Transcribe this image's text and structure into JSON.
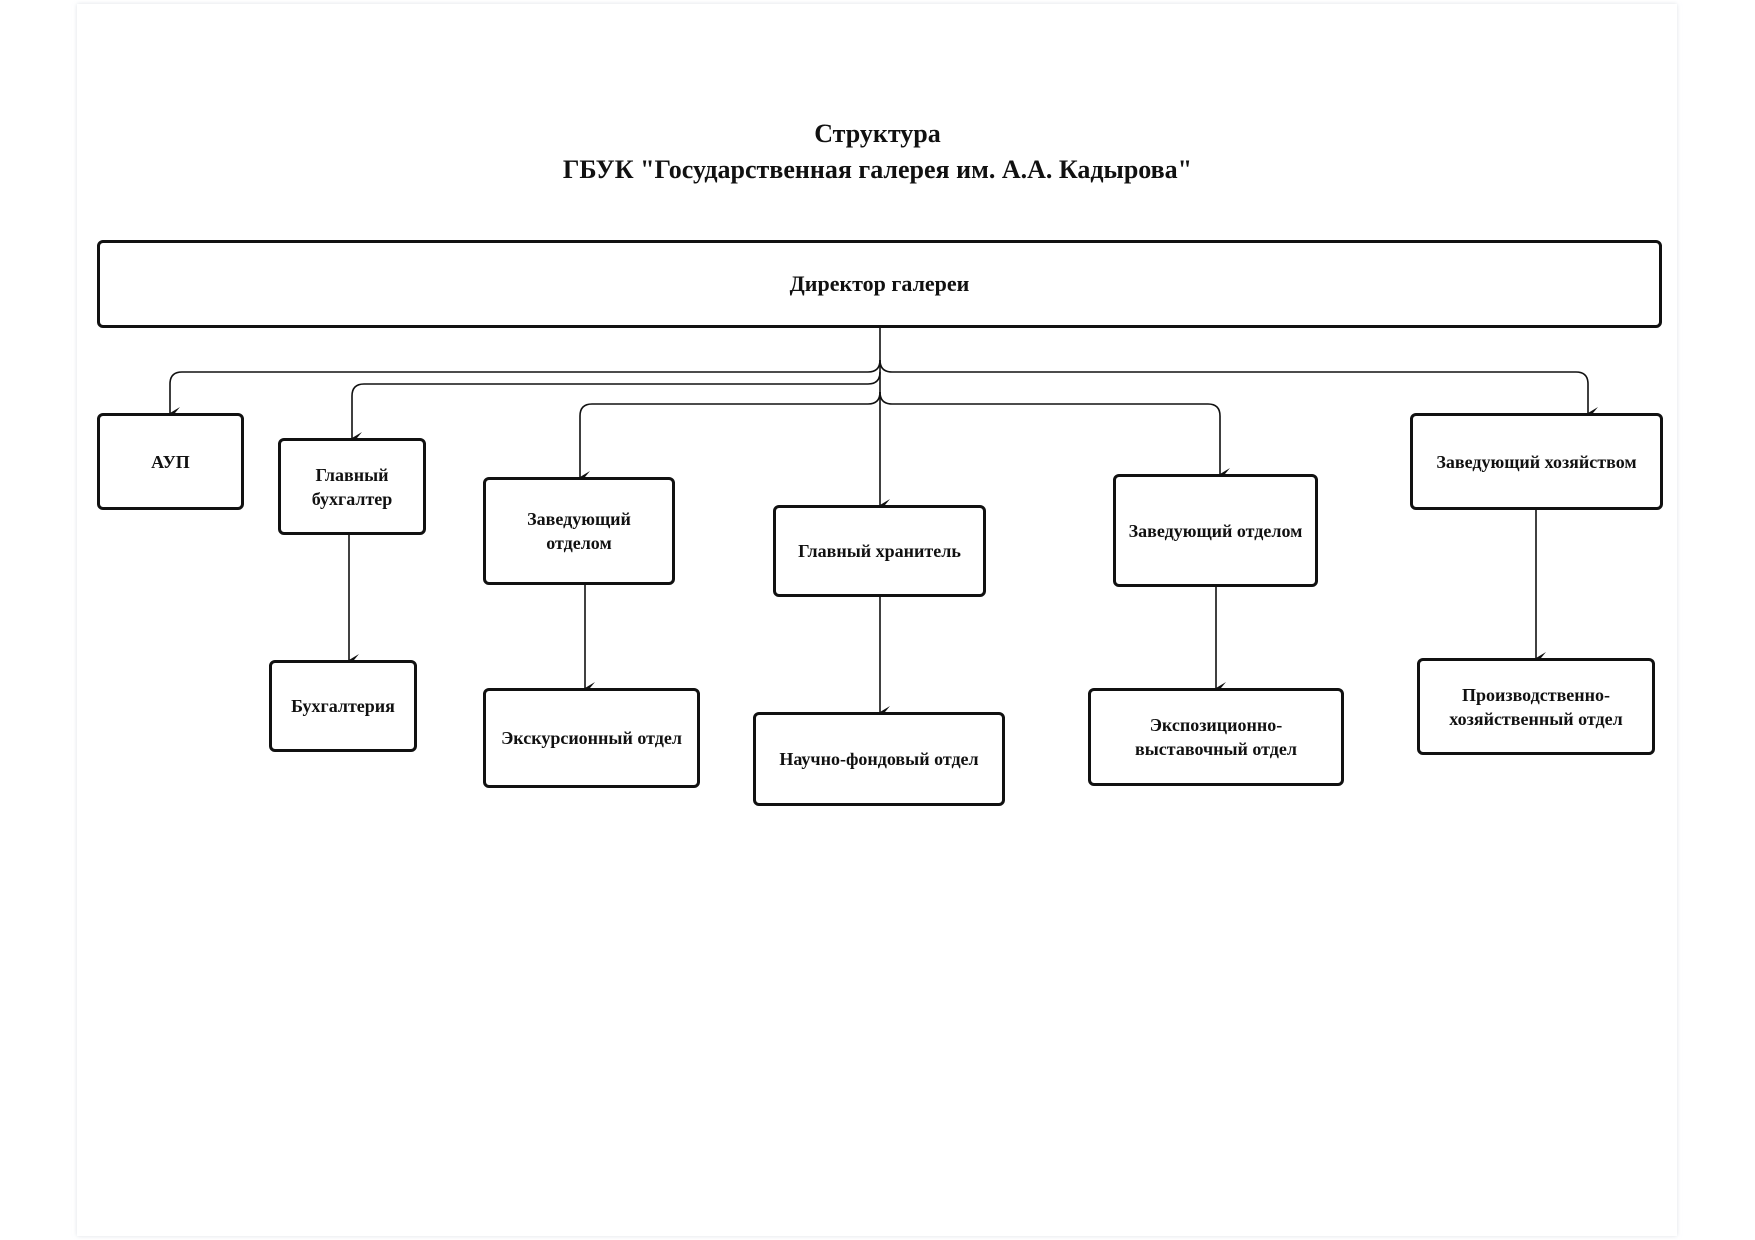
{
  "document": {
    "title_line1": "Структура",
    "title_line2": "ГБУК \"Государственная галерея им. А.А. Кадырова\""
  },
  "nodes": {
    "director": "Директор галереи",
    "aup": "АУП",
    "chief_accountant": "Главный бухгалтер",
    "accounting": "Бухгалтерия",
    "head_dept_1": "Заведующий отделом",
    "excursion_dept": "Экскурсионный отдел",
    "chief_curator": "Главный хранитель",
    "scientific_fund_dept": "Научно-фондовый отдел",
    "head_dept_2": "Заведующий отделом",
    "exposition_dept": "Экспозиционно-выставочный отдел",
    "household_manager": "Заведующий хозяйством",
    "production_dept": "Производственно-хозяйственный отдел"
  },
  "edges": [
    {
      "from": "director",
      "to": "aup"
    },
    {
      "from": "director",
      "to": "chief_accountant"
    },
    {
      "from": "director",
      "to": "head_dept_1"
    },
    {
      "from": "director",
      "to": "chief_curator"
    },
    {
      "from": "director",
      "to": "head_dept_2"
    },
    {
      "from": "director",
      "to": "household_manager"
    },
    {
      "from": "chief_accountant",
      "to": "accounting"
    },
    {
      "from": "head_dept_1",
      "to": "excursion_dept"
    },
    {
      "from": "chief_curator",
      "to": "scientific_fund_dept"
    },
    {
      "from": "head_dept_2",
      "to": "exposition_dept"
    },
    {
      "from": "household_manager",
      "to": "production_dept"
    }
  ]
}
